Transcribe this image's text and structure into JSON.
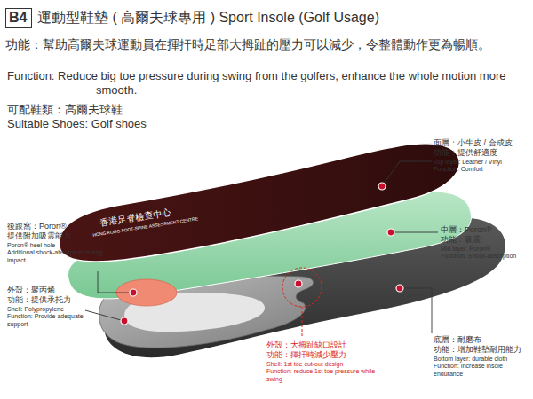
{
  "diagram": {
    "title": "運動型鞋墊 ( 高爾夫球專用 ) Sport Insole (Golf Usage)",
    "nodes": [
      {
        "text": [
          "B4"
        ]
      }
    ],
    "labels": [
      "功能：幫助高爾夫球運動員在揮扞時足部大拇趾的壓力可以減少，令整體動作更為暢順。",
      "Function: Reduce big toe pressure during swing from the golfers, enhance the whole motion more smooth.",
      "可配鞋類：高爾夫球鞋",
      "Suitable Shoes: Golf shoes",
      "面層：小牛皮 / 合成皮",
      "功能：提供舒適度",
      "Top layer: Leather / Vinyl",
      "Function: Comfort",
      "後跟窩：Poron®",
      "提供附加吸震能力",
      "Poron® heel hole",
      "Additional shock-absorption during impact",
      "中層：Poron®",
      "功能：吸震",
      "Mid layer: Poron®",
      "Function: Shock-absorption",
      "外殼：聚丙烯",
      "功能：提供承托力",
      "Shell: Polypropylene",
      "Function: Provide adequate support",
      "外殼：大拇趾缺口設計",
      "功能：揮扞時減少壓力",
      "Shell: 1st toe cut-out design",
      "Function: reduce 1st toe pressure while swing",
      "底層：耐磨布",
      "功能：增加鞋墊耐用能力",
      "Bottom layer: durable cloth",
      "Function: Increase insole endurance",
      "香港足脊檢查中心",
      "HONG KONG FOOT-SPINE ASSESSMENT CENTRE"
    ]
  }
}
